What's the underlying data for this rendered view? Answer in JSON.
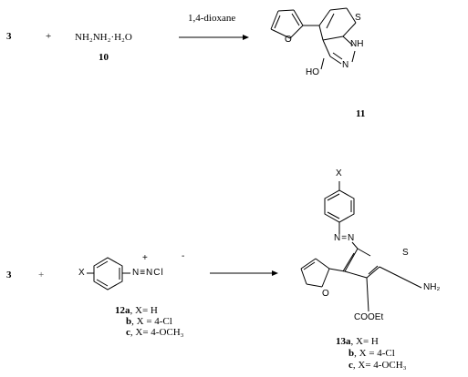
{
  "reaction1": {
    "reactant_a": "3",
    "plus": "+",
    "reagent_formula": "NH₂NH₂·H₂O",
    "reagent_label": "10",
    "condition": "1,4-dioxane",
    "product": {
      "nh": "NH",
      "n": "N",
      "s": "S",
      "o": "O",
      "ho": "HO",
      "label": "11"
    }
  },
  "reaction2": {
    "reactant_a": "3",
    "plus": "+",
    "salt": {
      "x": "X",
      "plus_charge": "+",
      "minus_charge": "-",
      "diazo": "N≡NCl"
    },
    "reagent_variants": [
      {
        "label": "12a",
        "rest": ", X= H"
      },
      {
        "label": "b",
        "rest": ", X = 4-Cl"
      },
      {
        "label": "c",
        "rest": ", X= 4-OCH₃"
      }
    ],
    "product": {
      "x": "X",
      "azo": "N=N",
      "s": "S",
      "o": "O",
      "nh2": "NH₂",
      "ester": "COOEt"
    },
    "product_variants": [
      {
        "label": "13a",
        "rest": ", X= H"
      },
      {
        "label": "b",
        "rest": ", X = 4-Cl"
      },
      {
        "label": "c",
        "rest": ", X= 4-OCH₃"
      }
    ]
  }
}
